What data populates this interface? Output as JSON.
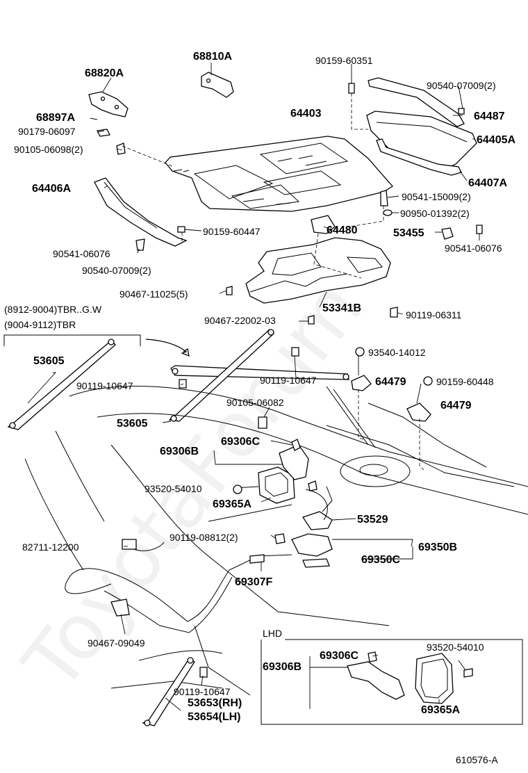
{
  "diagram": {
    "figure_code": "610576-A",
    "watermark": "ToyotaForum",
    "applicability_note_1": "(8912-9004)TBR..G.W",
    "applicability_note_2": "(9004-9112)TBR",
    "lhd_label": "LHD",
    "labels": {
      "p68810A": "68810A",
      "p68820A": "68820A",
      "p68897A": "68897A",
      "p90179": "90179-06097",
      "p90105a": "90105-06098(2)",
      "p64403": "64403",
      "p90159a": "90159-60351",
      "p90540a": "90540-07009(2)",
      "p64487": "64487",
      "p64405A": "64405A",
      "p64407A": "64407A",
      "p90541a": "90541-15009(2)",
      "p90950": "90950-01392(2)",
      "p64406A": "64406A",
      "p90159b": "90159-60447",
      "p64480": "64480",
      "p53455": "53455",
      "p90541b": "90541-06076",
      "p90541c": "90541-06076",
      "p90540b": "90540-07009(2)",
      "p90467a": "90467-11025(5)",
      "p53341B": "53341B",
      "p90119a": "90119-06311",
      "p90467b": "90467-22002-03",
      "p53605a": "53605",
      "p93540": "93540-14012",
      "p90119b": "90119-10647",
      "p90119c": "90119-10647",
      "p64479a": "64479",
      "p90159c": "90159-60448",
      "p64479b": "64479",
      "p90105b": "90105-06082",
      "p53605b": "53605",
      "p69306C": "69306C",
      "p69306B": "69306B",
      "p93520a": "93520-54010",
      "p69365A": "69365A",
      "p53529": "53529",
      "p82711": "82711-12200",
      "p90119d": "90119-08812(2)",
      "p69350B": "69350B",
      "p69350C": "69350C",
      "p69307F": "69307F",
      "p90467c": "90467-09049",
      "p69306C2": "69306C",
      "p93520b": "93520-54010",
      "p69306B2": "69306B",
      "p69365A2": "69365A",
      "p90119e": "90119-10647",
      "p53653": "53653(RH)",
      "p53654": "53654(LH)"
    }
  }
}
